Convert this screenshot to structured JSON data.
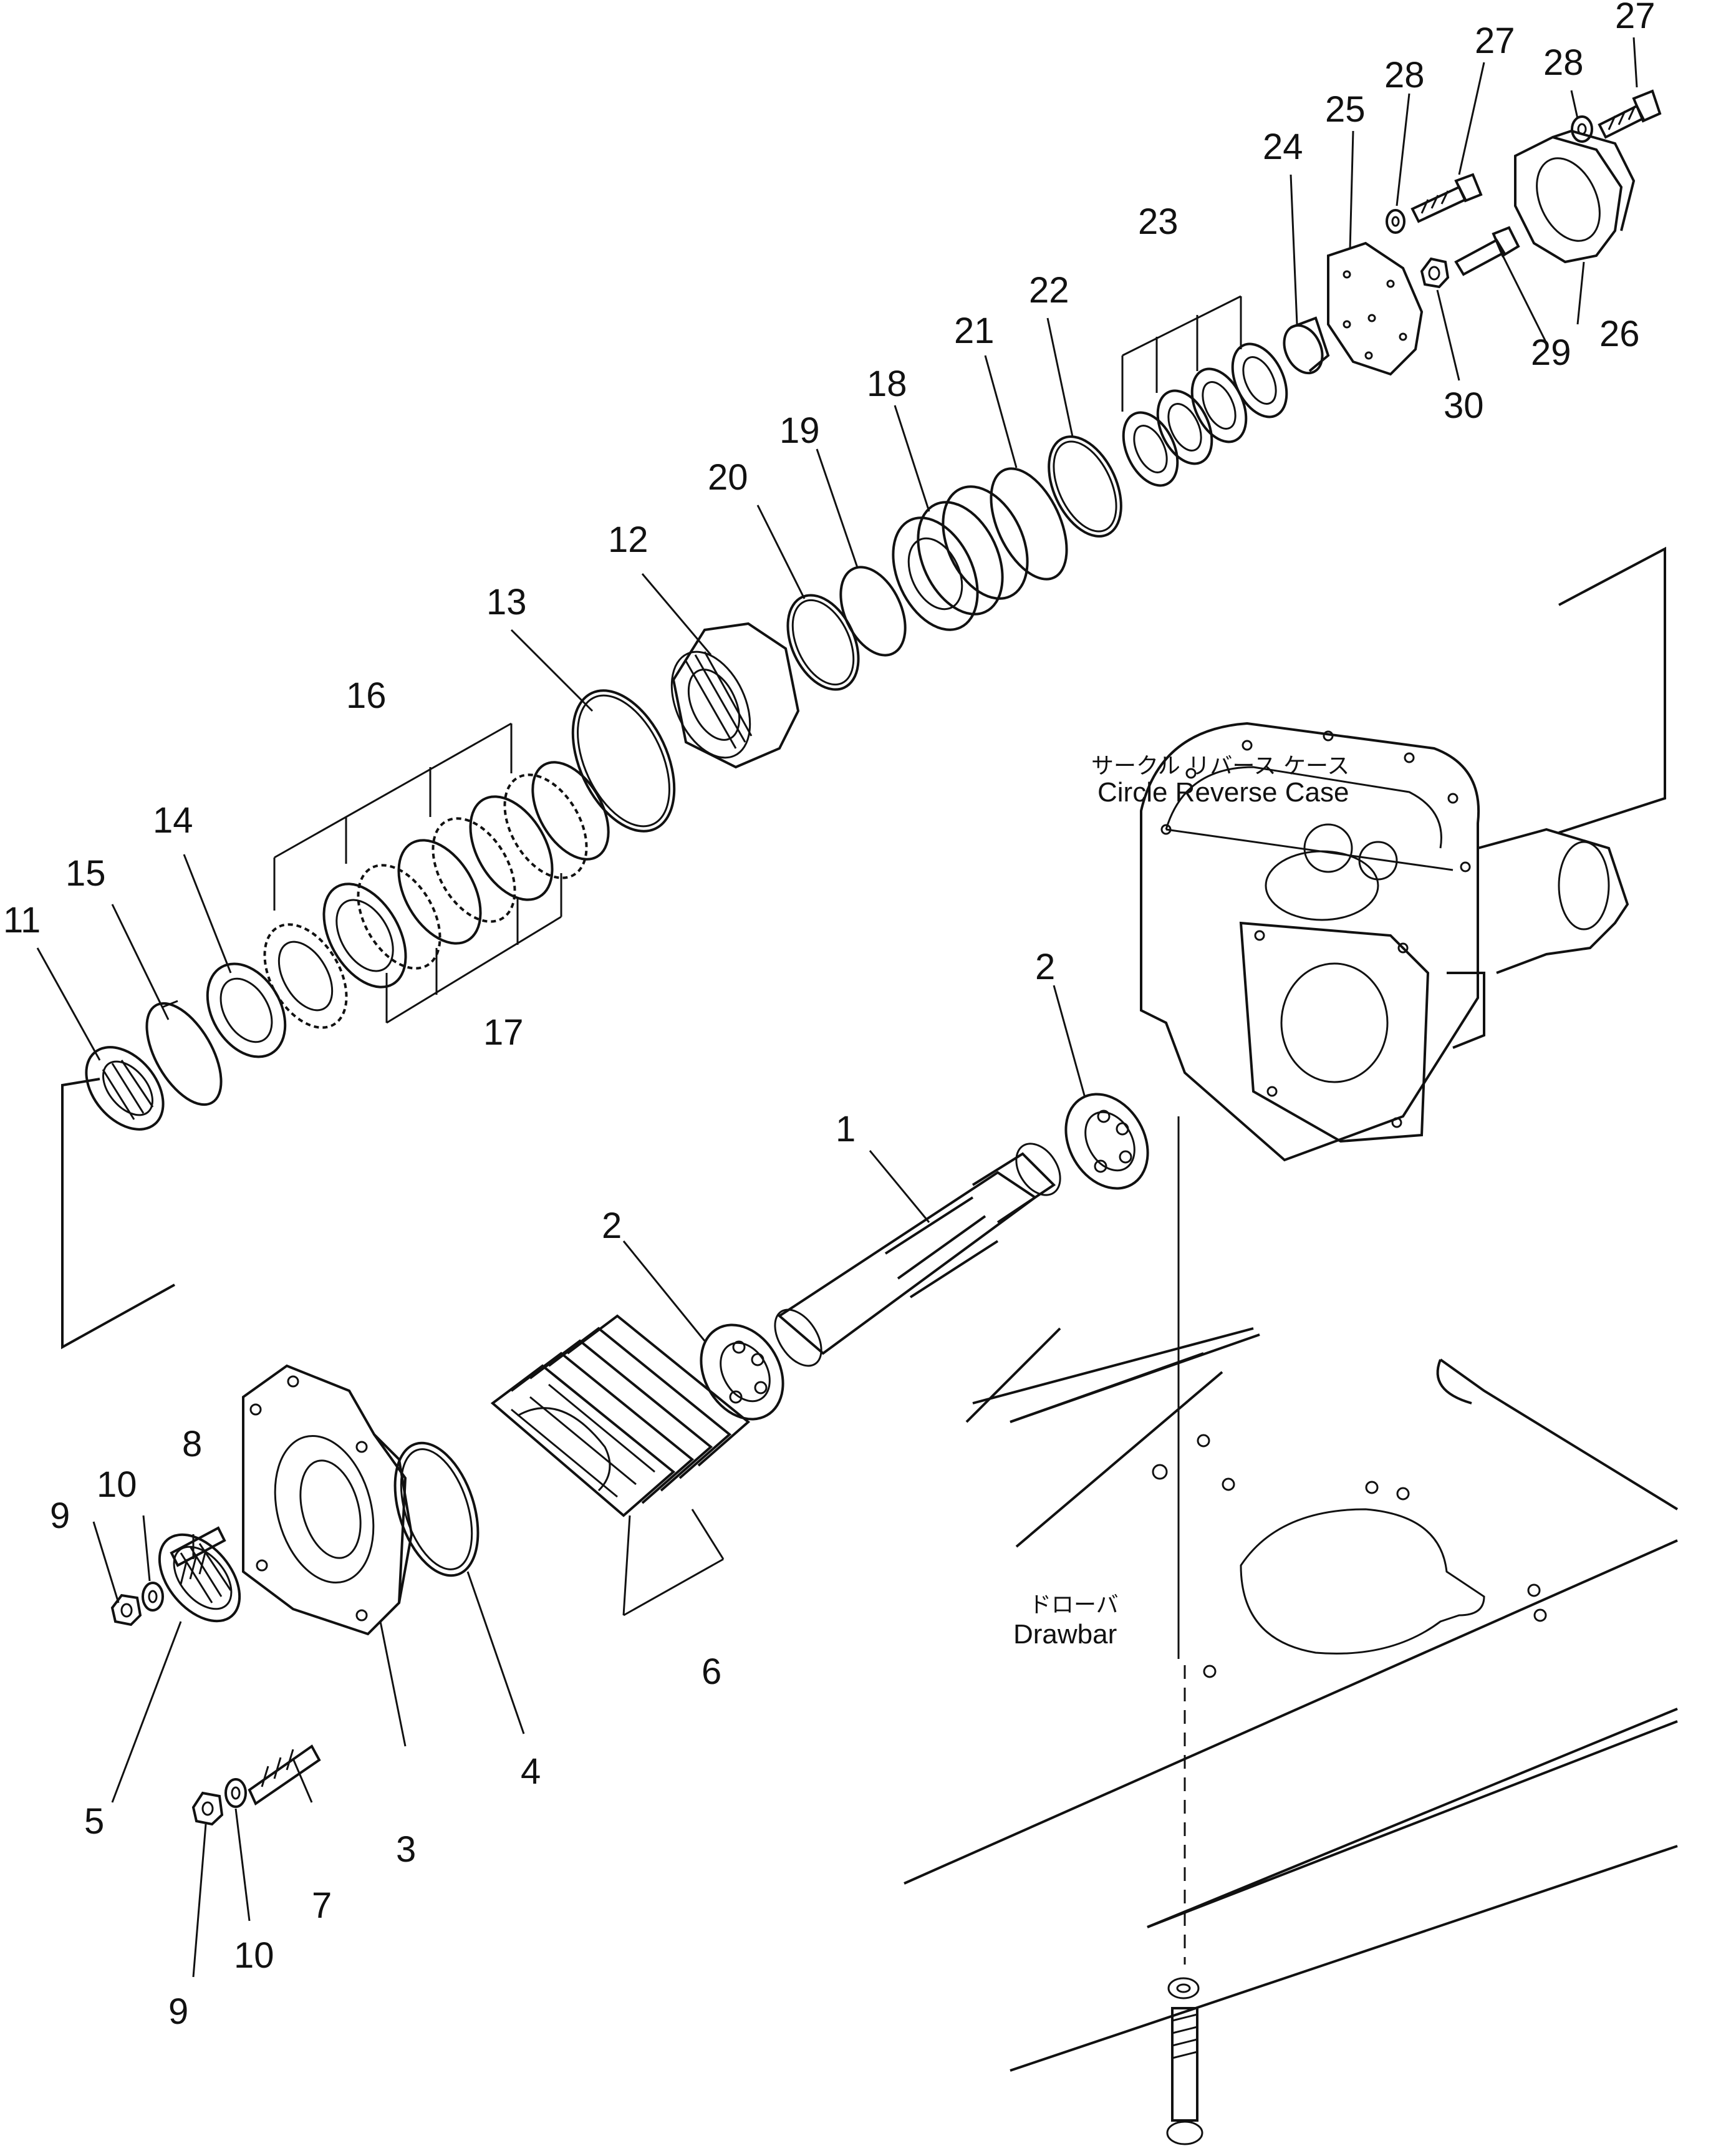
{
  "diagram": {
    "part_numbers": [
      "1",
      "2",
      "2",
      "3",
      "4",
      "5",
      "6",
      "7",
      "8",
      "9",
      "9",
      "10",
      "10",
      "11",
      "12",
      "13",
      "14",
      "15",
      "16",
      "17",
      "18",
      "19",
      "20",
      "21",
      "22",
      "23",
      "24",
      "25",
      "26",
      "27",
      "27",
      "28",
      "28",
      "29",
      "30"
    ],
    "callouts": {
      "n1": "1",
      "n2a": "2",
      "n2b": "2",
      "n3": "3",
      "n4": "4",
      "n5": "5",
      "n6": "6",
      "n7": "7",
      "n8": "8",
      "n9a": "9",
      "n9b": "9",
      "n10a": "10",
      "n10b": "10",
      "n11": "11",
      "n12": "12",
      "n13": "13",
      "n14": "14",
      "n15": "15",
      "n16": "16",
      "n17": "17",
      "n18": "18",
      "n19": "19",
      "n20": "20",
      "n21": "21",
      "n22": "22",
      "n23": "23",
      "n24": "24",
      "n25": "25",
      "n26": "26",
      "n27a": "27",
      "n27b": "27",
      "n28a": "28",
      "n28b": "28",
      "n29": "29",
      "n30": "30"
    },
    "labels": {
      "case_jp": "サークル リバース ケース",
      "case_en": "Circle Reverse Case",
      "drawbar_jp": "ドローバ",
      "drawbar_en": "Drawbar"
    }
  }
}
